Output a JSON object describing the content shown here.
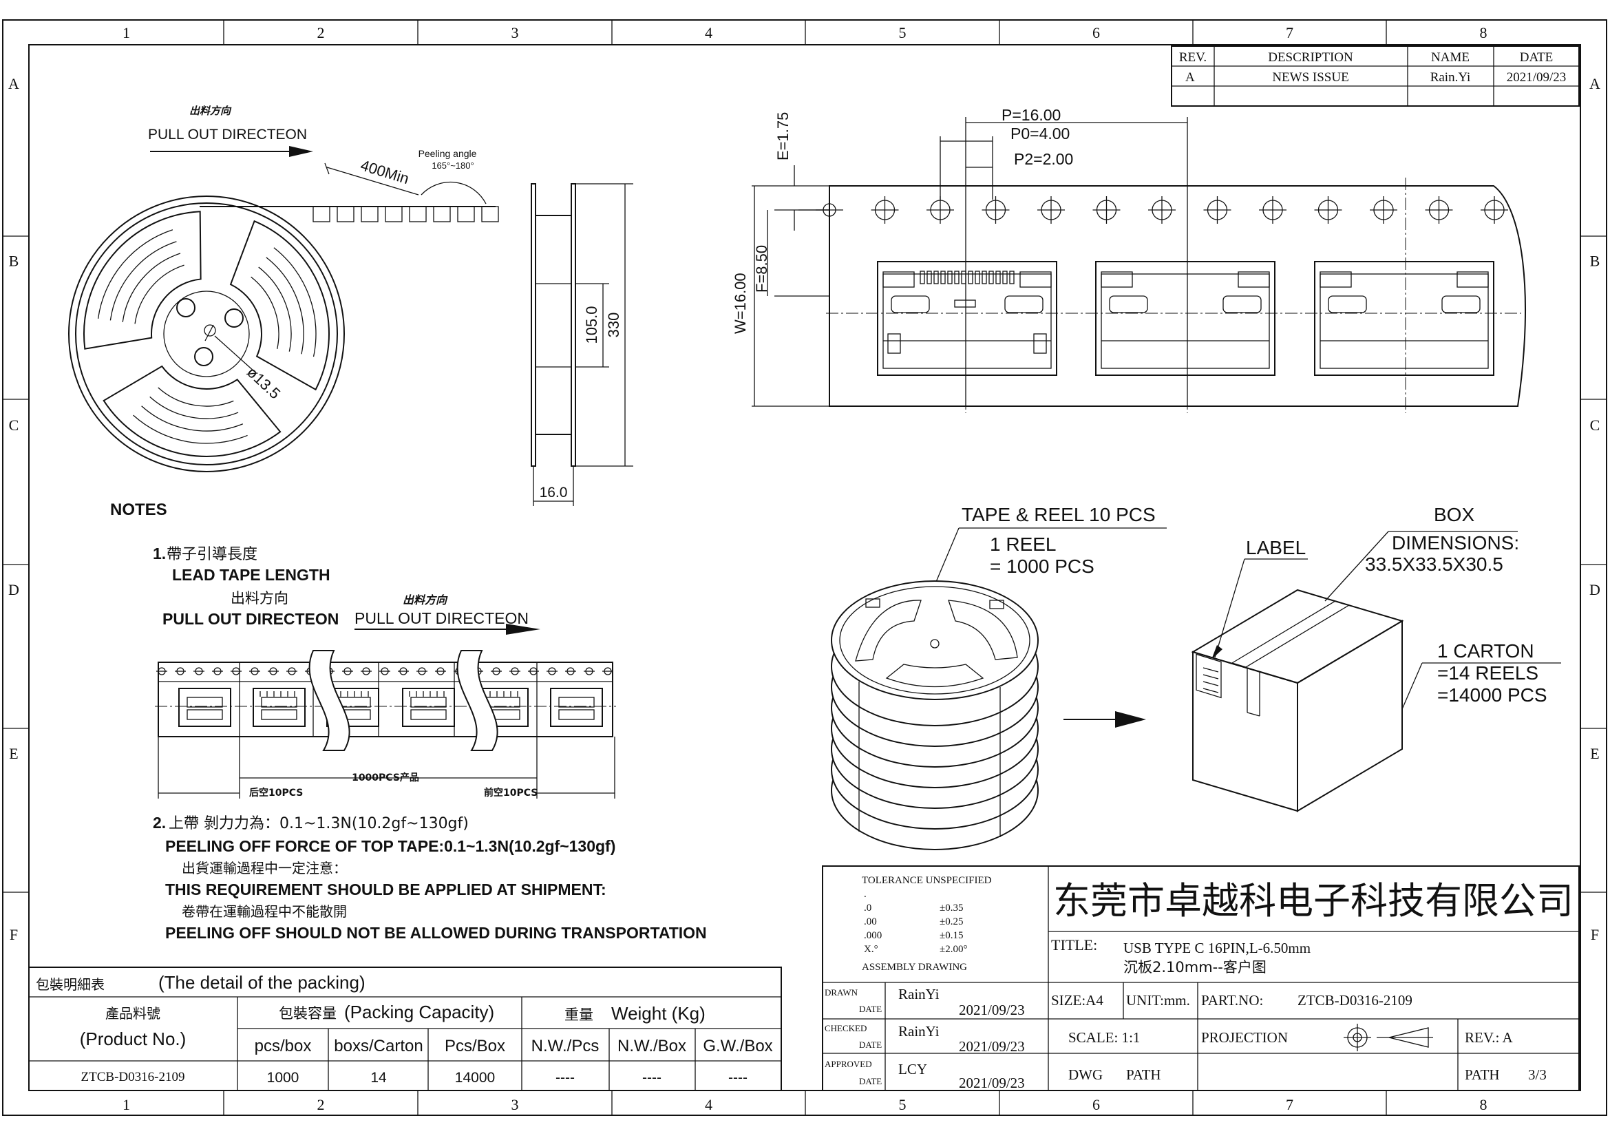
{
  "frame": {
    "columns": [
      "1",
      "2",
      "3",
      "4",
      "5",
      "6",
      "7",
      "8"
    ],
    "rows": [
      "A",
      "B",
      "C",
      "D",
      "E",
      "F"
    ]
  },
  "revision": {
    "headers": {
      "rev": "REV.",
      "description": "DESCRIPTION",
      "name": "NAME",
      "date": "DATE"
    },
    "rows": [
      {
        "rev": "A",
        "description": "NEWS ISSUE",
        "name": "Rain.Yi",
        "date": "2021/09/23"
      }
    ]
  },
  "reel": {
    "pull_out_cn": "出料方向",
    "pull_out_en": "PULL OUT DIRECTEON",
    "peeling_angle": "Peeling angle",
    "peeling_range": "165°~180°",
    "lead_min": "400Min",
    "hub_dia": "ø13.5",
    "dim_105": "105.0",
    "dim_330": "330",
    "dim_16": "16.0"
  },
  "tape": {
    "e": "E=1.75",
    "w": "W=16.00",
    "f": "F=8.50",
    "p": "P=16.00",
    "p0": "P0=4.00",
    "p2": "P2=2.00"
  },
  "notes": {
    "title": "NOTES",
    "n1_num": "1.",
    "n1_cn": "帶子引導長度",
    "n1_en": "LEAD TAPE LENGTH",
    "pull_cn": "出料方向",
    "pull_en": "PULL OUT DIRECTEON",
    "pull_cn_2": "出料方向",
    "pull_en_2": "PULL OUT DIRECTEON",
    "pcs_1000": "1000PCS产品",
    "back_empty": "后空10PCS",
    "front_empty": "前空10PCS",
    "n2_num": "2.",
    "n2_cn": "上帶  剝力力為：0.1~1.3N(10.2gf~130gf)",
    "n2_en": "PEELING OFF FORCE OF TOP TAPE:0.1~1.3N(10.2gf~130gf)",
    "n3_cn": "出貨運輸過程中一定注意：",
    "n3_en": "THIS REQUIREMENT SHOULD BE APPLIED AT SHIPMENT:",
    "n4_cn": "卷帶在運輸過程中不能散開",
    "n4_en": "PEELING OFF SHOULD NOT BE ALLOWED DURING TRANSPORTATION"
  },
  "packing": {
    "tape_reel": "TAPE & REEL 10 PCS",
    "one_reel": "1 REEL",
    "reel_qty": "= 1000 PCS",
    "label": "LABEL",
    "box": "BOX",
    "dimensions": "DIMENSIONS:",
    "box_dims": "33.5X33.5X30.5",
    "carton": "1 CARTON",
    "reels": "=14 REELS",
    "carton_pcs": "=14000 PCS"
  },
  "packing_table": {
    "title_cn": "包裝明細表",
    "title_en": "(The detail of the packing)",
    "product_cn": "產品料號",
    "product_en": "(Product No.)",
    "capacity_cn": "包裝容量",
    "capacity_en": "(Packing Capacity)",
    "weight_cn": "重量",
    "weight_en": "Weight (Kg)",
    "col_headers": [
      "pcs/box",
      "boxs/Carton",
      "Pcs/Box",
      "N.W./Pcs",
      "N.W./Box",
      "G.W./Box"
    ],
    "row": {
      "product": "ZTCB-D0316-2109",
      "values": [
        "1000",
        "14",
        "14000",
        "----",
        "----",
        "----"
      ]
    }
  },
  "title_block": {
    "tolerance": "TOLERANCE UNSPECIFIED",
    "tol_rows": [
      {
        "k": ".",
        "v": ""
      },
      {
        "k": ".0",
        "v": "±0.35"
      },
      {
        "k": ".00",
        "v": "±0.25"
      },
      {
        "k": ".000",
        "v": "±0.15"
      },
      {
        "k": "X.°",
        "v": "±2.00°"
      }
    ],
    "assembly": "ASSEMBLY DRAWING",
    "company": "东莞市卓越科电子科技有限公司",
    "title_label": "TITLE:",
    "title_1": "USB TYPE C 16PIN,L-6.50mm",
    "title_2": "沉板2.10mm--客户图",
    "drawn": "DRAWN",
    "checked": "CHECKED",
    "approved": "APPROVED",
    "date": "DATE",
    "drawn_name": "RainYi",
    "checked_name": "RainYi",
    "approved_name": "LCY",
    "drawn_date": "2021/09/23",
    "checked_date": "2021/09/23",
    "approved_date": "2021/09/23",
    "size": "SIZE:A4",
    "unit": "UNIT:mm.",
    "part_no_label": "PART.NO:",
    "part_no": "ZTCB-D0316-2109",
    "scale": "SCALE:  1:1",
    "projection": "PROJECTION",
    "rev": "REV.:  A",
    "dwg": "DWG",
    "path": "PATH",
    "path_label": "PATH",
    "sheet": "3/3"
  }
}
